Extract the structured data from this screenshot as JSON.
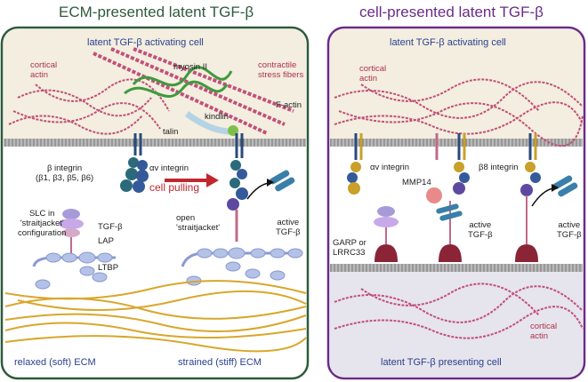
{
  "left_panel": {
    "title": "ECM-presented latent TGF-β",
    "cell_label": "latent TGF-β activating  cell",
    "cortical_actin": "cortical\nactin",
    "myosin": "myosin II",
    "stress_fibers": "contractile\nstress fibers",
    "f_actin": "F-actin",
    "kindlin": "kindlin",
    "talin": "talin",
    "beta_integrin": "β integrin\n(β1, β3, β5, β6)",
    "av_integrin": "αv integrin",
    "cell_pulling": "cell pulling",
    "slc": "SLC in\n'straitjacket'\nconfiguration",
    "tgfb": "TGF-β",
    "lap": "LAP",
    "ltbp": "LTBP",
    "open_sj": "open\n'straitjacket'",
    "active_tgfb": "active\nTGF-β",
    "relaxed_ecm": "relaxed (soft)  ECM",
    "strained_ecm": "strained (stiff)  ECM"
  },
  "right_panel": {
    "title": "cell-presented latent TGF-β",
    "cell_label": "latent TGF-β activating  cell",
    "cortical_actin_top": "cortical\nactin",
    "av_integrin": "αv integrin",
    "b8_integrin": "β8 integrin",
    "mmp14": "MMP14",
    "active_tgfb_1": "active\nTGF-β",
    "active_tgfb_2": "active\nTGF-β",
    "garp": "GARP or\nLRRC33",
    "cortical_actin_bottom": "cortical\nactin",
    "presenting_cell": "latent TGF-β presenting cell"
  },
  "colors": {
    "left_border": "#2e5a3c",
    "right_border": "#6a2b86",
    "cell_fill": "#f3eedf",
    "bottom_cell_fill": "#e6e4ec",
    "actin": "#c2507a",
    "membrane": "#8f8f8f",
    "ecm_fiber": "#d8a72c",
    "arrow": "#c0282e"
  }
}
